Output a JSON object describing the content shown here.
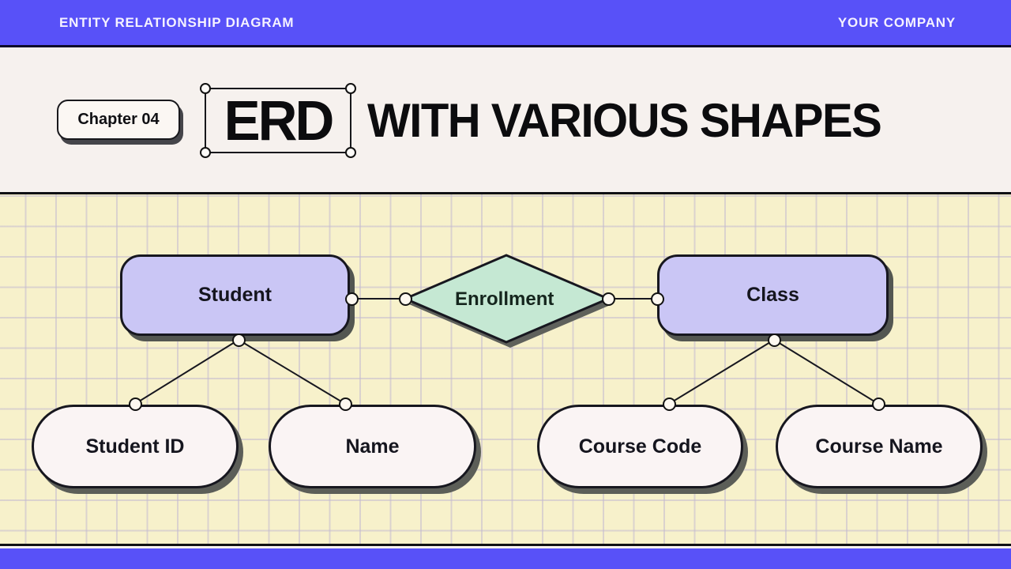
{
  "top_bar": {
    "left_label": "ENTITY RELATIONSHIP DIAGRAM",
    "right_label": "YOUR COMPANY"
  },
  "header": {
    "chapter_badge": "Chapter 04",
    "title_highlight": "ERD",
    "title_rest": "WITH VARIOUS SHAPES"
  },
  "diagram": {
    "entities": [
      {
        "label": "Student"
      },
      {
        "label": "Class"
      }
    ],
    "relationship": {
      "label": "Enrollment"
    },
    "attributes": [
      {
        "label": "Student ID"
      },
      {
        "label": "Name"
      },
      {
        "label": "Course Code"
      },
      {
        "label": "Course Name"
      }
    ]
  },
  "colors": {
    "accent_purple": "#5851f8",
    "entity_lavender": "#cac6f5",
    "relationship_mint": "#c5e8d3",
    "attribute_cream": "#faf4f4",
    "canvas_yellow": "#f7f1cb",
    "paper": "#f6f1ee"
  }
}
